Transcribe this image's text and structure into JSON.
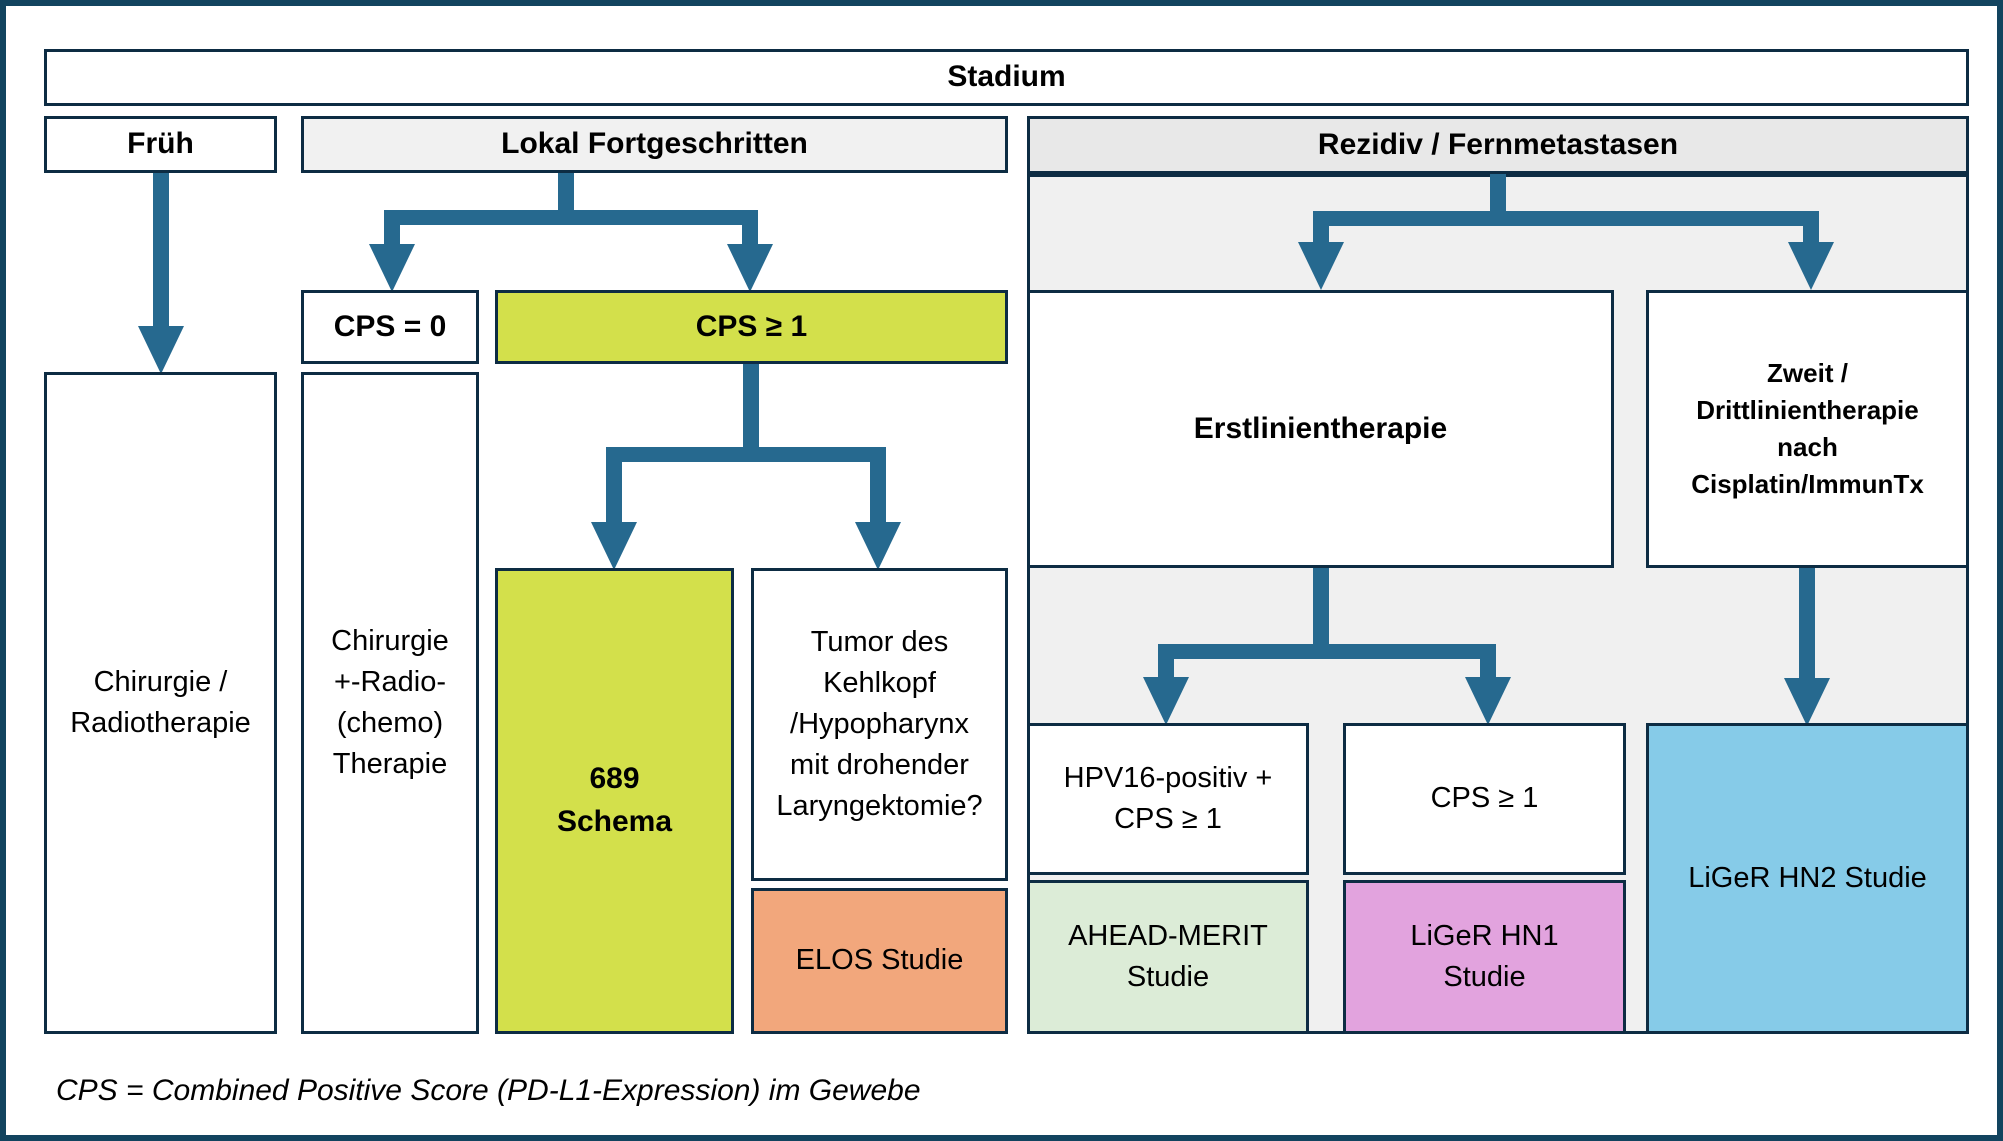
{
  "diagram_type": "treatment-flowchart",
  "title": "Stadium",
  "stage_columns": [
    "Früh",
    "Lokal Fortgeschritten",
    "Rezidiv / Fernmetastasen"
  ],
  "nodes": {
    "stadium": {
      "label": "Stadium"
    },
    "frueh": {
      "label": "Früh"
    },
    "lokal": {
      "label": "Lokal Fortgeschritten"
    },
    "rezidiv": {
      "label": "Rezidiv / Fernmetastasen"
    },
    "chirurgie_radiotherapie": {
      "label": "Chirurgie /\nRadiotherapie"
    },
    "cps_0": {
      "label": "CPS = 0"
    },
    "cps_ge_1": {
      "label": "CPS ≥ 1"
    },
    "chirurgie_radio_chemo": {
      "label": "Chirurgie\n+-Radio-\n(chemo)\nTherapie"
    },
    "schema_689": {
      "label": "689\nSchema"
    },
    "tumor_kehlkopf": {
      "label": "Tumor des\nKehlkopf\n/Hypopharynx\nmit drohender\nLaryngektomie?"
    },
    "elos": {
      "label": "ELOS Studie"
    },
    "erstlinientherapie": {
      "label": "Erstlinientherapie"
    },
    "zweit_drittlinie": {
      "label": "Zweit /\nDrittlinientherapie\nnach\nCisplatin/ImmunTx"
    },
    "hpv16": {
      "label": "HPV16-positiv +\nCPS ≥ 1"
    },
    "cps_ge_1_rechts": {
      "label": "CPS ≥ 1"
    },
    "ahead_merit": {
      "label": "AHEAD-MERIT\nStudie"
    },
    "liger_hn1": {
      "label": "LiGeR HN1\nStudie"
    },
    "liger_hn2": {
      "label": "LiGeR HN2 Studie"
    }
  },
  "footnote": "CPS = Combined Positive Score (PD-L1-Expression) im Gewebe",
  "colors": {
    "accent_green": "#d3e04b",
    "salmon": "#f2a77c",
    "pale_green": "#dcecd7",
    "orchid": "#e2a3de",
    "sky_blue": "#86cbe8",
    "arrow_teal": "#26698f",
    "box_border": "#0d2c43",
    "outer_border": "#12445f",
    "header_gray_light": "#f1f1f1",
    "header_gray": "#e8e8e8",
    "backdrop_gray": "#f0f0f0"
  }
}
